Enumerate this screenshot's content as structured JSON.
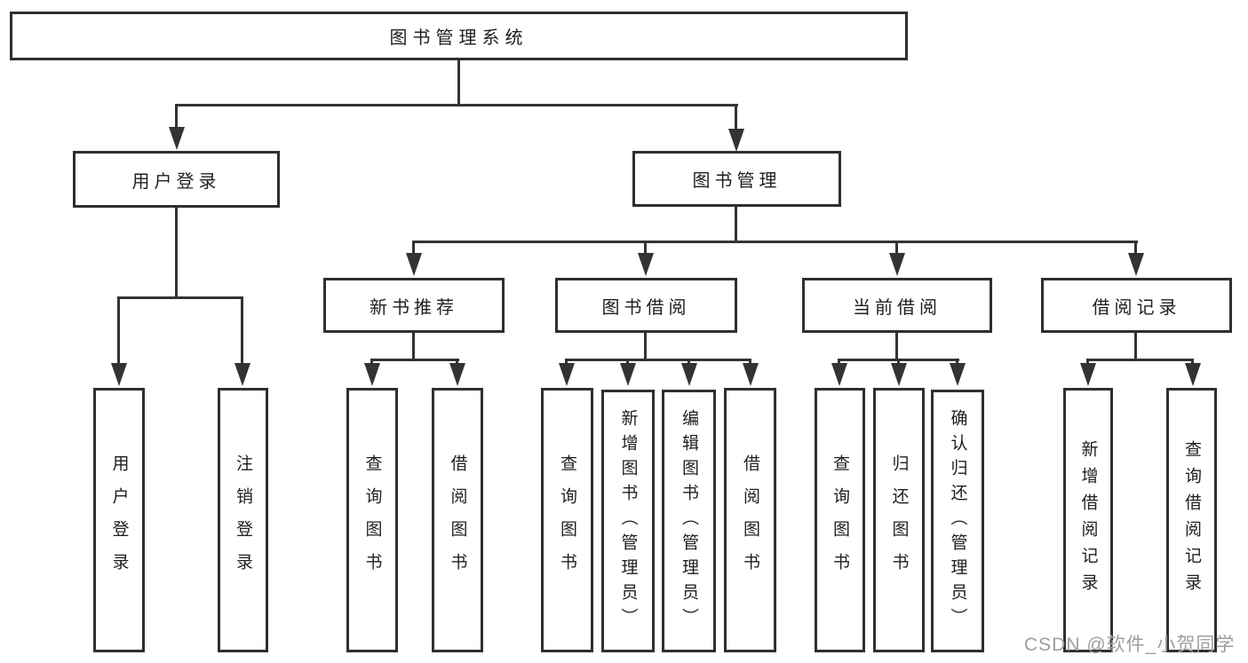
{
  "watermark": "CSDN @软件_小贺同学",
  "colors": {
    "line": "#333333",
    "box_border": "#2f2f2f",
    "text": "#1f1f1f",
    "watermark": "#9e9e9e",
    "background": "#ffffff"
  },
  "diagram": {
    "type": "tree",
    "root": {
      "label": "图书管理系统"
    },
    "branches": [
      {
        "label": "用户登录",
        "children": [
          {
            "label": "用户登录"
          },
          {
            "label": "注销登录"
          }
        ]
      },
      {
        "label": "图书管理",
        "children": [
          {
            "label": "新书推荐",
            "children": [
              {
                "label": "查询图书"
              },
              {
                "label": "借阅图书"
              }
            ]
          },
          {
            "label": "图书借阅",
            "children": [
              {
                "label": "查询图书"
              },
              {
                "label": "新增图书（管理员）"
              },
              {
                "label": "编辑图书（管理员）"
              },
              {
                "label": "借阅图书"
              }
            ]
          },
          {
            "label": "当前借阅",
            "children": [
              {
                "label": "查询图书"
              },
              {
                "label": "归还图书"
              },
              {
                "label": "确认归还（管理员）"
              }
            ]
          },
          {
            "label": "借阅记录",
            "children": [
              {
                "label": "新增借阅记录"
              },
              {
                "label": "查询借阅记录"
              }
            ]
          }
        ]
      }
    ]
  }
}
